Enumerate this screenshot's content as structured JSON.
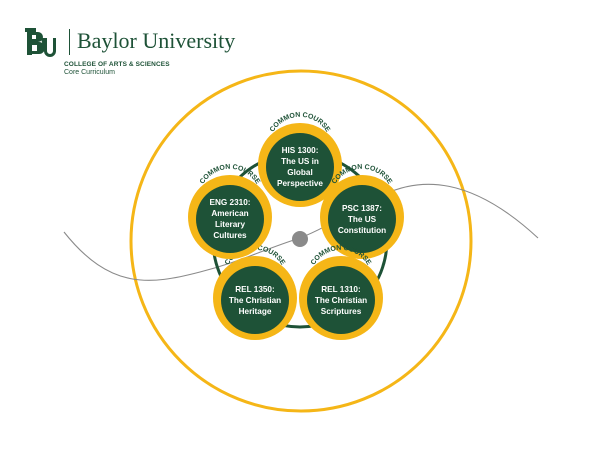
{
  "header": {
    "wordmark": "Baylor University",
    "college": "COLLEGE OF ARTS & SCIENCES",
    "subtitle": "Core Curriculum"
  },
  "colors": {
    "baylor_green": "#1e5237",
    "baylor_gold": "#f5b617",
    "wave_gray": "#8a8a8a",
    "hub_gray": "#8a8a8a"
  },
  "diagram": {
    "badge_text": "COMMON COURSE",
    "courses": [
      {
        "id": "his",
        "lines": "HIS 1300:\nThe US in\nGlobal\nPerspective"
      },
      {
        "id": "psc",
        "lines": "PSC 1387:\nThe US\nConstitution"
      },
      {
        "id": "rel1310",
        "lines": "REL 1310:\nThe Christian\nScriptures"
      },
      {
        "id": "rel1350",
        "lines": "REL 1350:\nThe Christian\nHeritage"
      },
      {
        "id": "eng",
        "lines": "ENG 2310:\nAmerican\nLiterary\nCultures"
      }
    ]
  }
}
